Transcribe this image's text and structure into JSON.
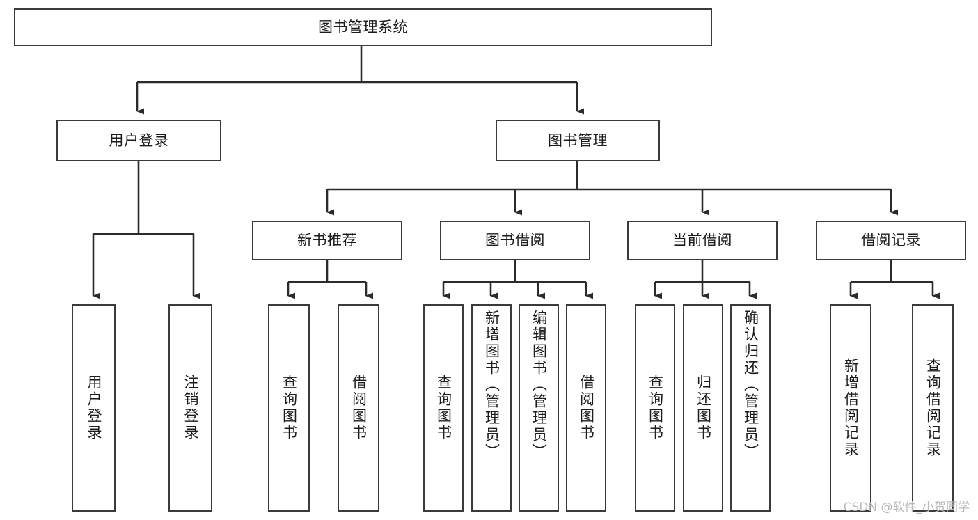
{
  "diagram": {
    "type": "tree",
    "title": "图书管理系统",
    "watermark": "CSDN @软件_小贺同学",
    "colors": {
      "box_border": "#3a3a3a",
      "box_fill": "#ffffff",
      "connector": "#2b2b2b",
      "text": "#1c1c1c",
      "watermark": "#b9b9b9",
      "background": "#ffffff"
    },
    "nodes": {
      "root": {
        "label": "图书管理系统"
      },
      "level2": [
        {
          "id": "user-login",
          "label": "用户登录"
        },
        {
          "id": "book-management",
          "label": "图书管理"
        }
      ],
      "level3": [
        {
          "id": "new-book-recommend",
          "label": "新书推荐"
        },
        {
          "id": "book-borrow",
          "label": "图书借阅"
        },
        {
          "id": "current-borrow",
          "label": "当前借阅"
        },
        {
          "id": "borrow-record",
          "label": "借阅记录"
        }
      ],
      "leaves": {
        "user-login": [
          {
            "id": "leaf-user-login",
            "label": "用户登录"
          },
          {
            "id": "leaf-logout-login",
            "label": "注销登录"
          }
        ],
        "new-book-recommend": [
          {
            "id": "leaf-query-book-1",
            "label": "查询图书"
          },
          {
            "id": "leaf-borrow-book-1",
            "label": "借阅图书"
          }
        ],
        "book-borrow": [
          {
            "id": "leaf-query-book-2",
            "label": "查询图书"
          },
          {
            "id": "leaf-add-book-admin",
            "label": "新增图书（管理员）"
          },
          {
            "id": "leaf-edit-book-admin",
            "label": "编辑图书（管理员）"
          },
          {
            "id": "leaf-borrow-book-2",
            "label": "借阅图书"
          }
        ],
        "current-borrow": [
          {
            "id": "leaf-query-book-3",
            "label": "查询图书"
          },
          {
            "id": "leaf-return-book",
            "label": "归还图书"
          },
          {
            "id": "leaf-confirm-return-admin",
            "label": "确认归还（管理员）"
          }
        ],
        "borrow-record": [
          {
            "id": "leaf-add-borrow-record",
            "label": "新增借阅记录"
          },
          {
            "id": "leaf-query-borrow-record",
            "label": "查询借阅记录"
          }
        ]
      }
    }
  }
}
